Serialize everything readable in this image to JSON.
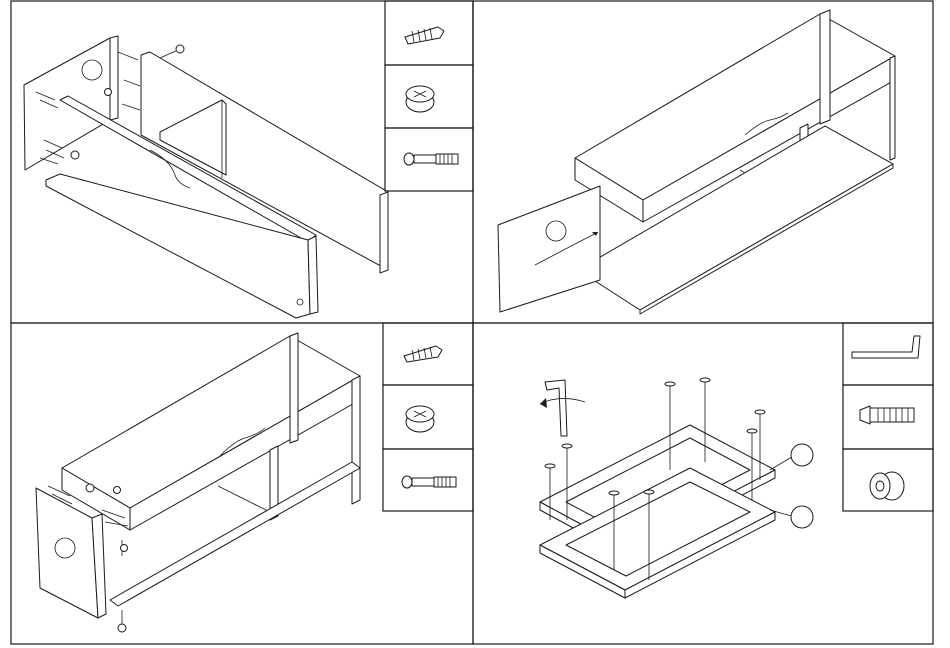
{
  "sheet": {
    "type": "furniture assembly instructions",
    "colors": {
      "line": "#1a1a1a",
      "paper": "#ffffff",
      "hardware": "#bdbdbd"
    }
  },
  "steps": [
    {
      "id": 1,
      "hardware_icons": [
        "cam-dowel-icon",
        "cam-lock-nut-icon",
        "connector-bolt-icon"
      ]
    },
    {
      "id": 2,
      "hardware_icons": []
    },
    {
      "id": 3,
      "hardware_icons": [
        "cam-dowel-icon",
        "cam-lock-nut-icon",
        "connector-bolt-icon"
      ]
    },
    {
      "id": 4,
      "hardware_icons": [
        "allen-key-icon",
        "flat-head-screw-icon",
        "spacer-ring-icon"
      ]
    }
  ]
}
